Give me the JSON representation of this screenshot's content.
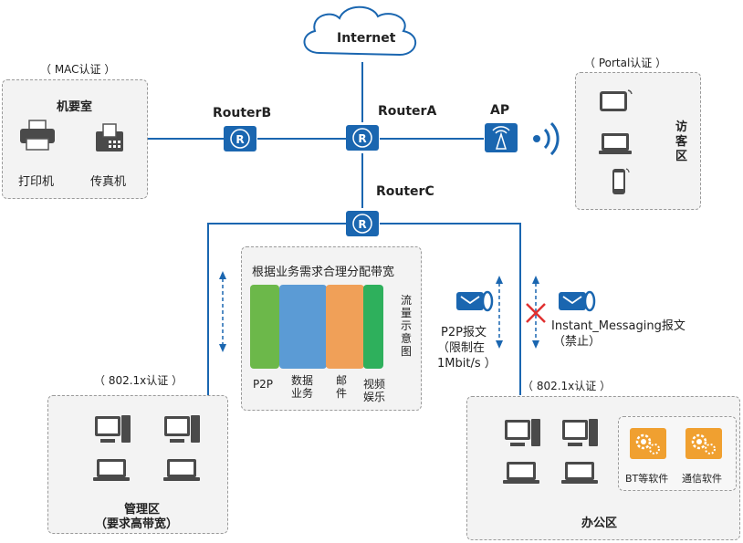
{
  "cloud": {
    "label": "Internet"
  },
  "routers": {
    "a": "RouterA",
    "b": "RouterB",
    "c": "RouterC"
  },
  "ap": {
    "label": "AP"
  },
  "server_room": {
    "auth": "（ MAC认证 ）",
    "title": "机要室",
    "printer": "打印机",
    "fax": "传真机"
  },
  "visitor": {
    "auth": "（ Portal认证 ）",
    "title_chars": [
      "访",
      "客",
      "区"
    ]
  },
  "bandwidth": {
    "title": "根据业务需求合理分配带宽",
    "side_chars": [
      "流",
      "量",
      "示",
      "意",
      "图"
    ],
    "bars": [
      {
        "name": "P2P",
        "color": "#6cb84a"
      },
      {
        "name": "数据业务",
        "color": "#5b9bd5"
      },
      {
        "name": "邮件",
        "color": "#f0a058"
      },
      {
        "name": "视频娱乐",
        "color": "#2eb05c"
      }
    ],
    "labels": {
      "p2p": "P2P",
      "data_1": "数据",
      "data_2": "业务",
      "mail_1": "邮",
      "mail_2": "件",
      "video_1": "视频",
      "video_2": "娱乐"
    }
  },
  "p2p_msg": {
    "l1": "P2P报文",
    "l2": "（限制在",
    "l3": "1Mbit/s ）"
  },
  "im_msg": {
    "l1": "Instant_Messaging报文",
    "l2": "（禁止）"
  },
  "mgmt": {
    "auth": "（ 802.1x认证 ）",
    "title": "管理区",
    "subtitle": "（要求高带宽）"
  },
  "office": {
    "auth": "（ 802.1x认证 ）",
    "title": "办公区",
    "bt": "BT等软件",
    "comm": "通信软件"
  },
  "colors": {
    "device_blue": "#1a66b0",
    "line_blue": "#1a66b0",
    "block_red": "#e03030",
    "app_orange": "#f0a030"
  }
}
